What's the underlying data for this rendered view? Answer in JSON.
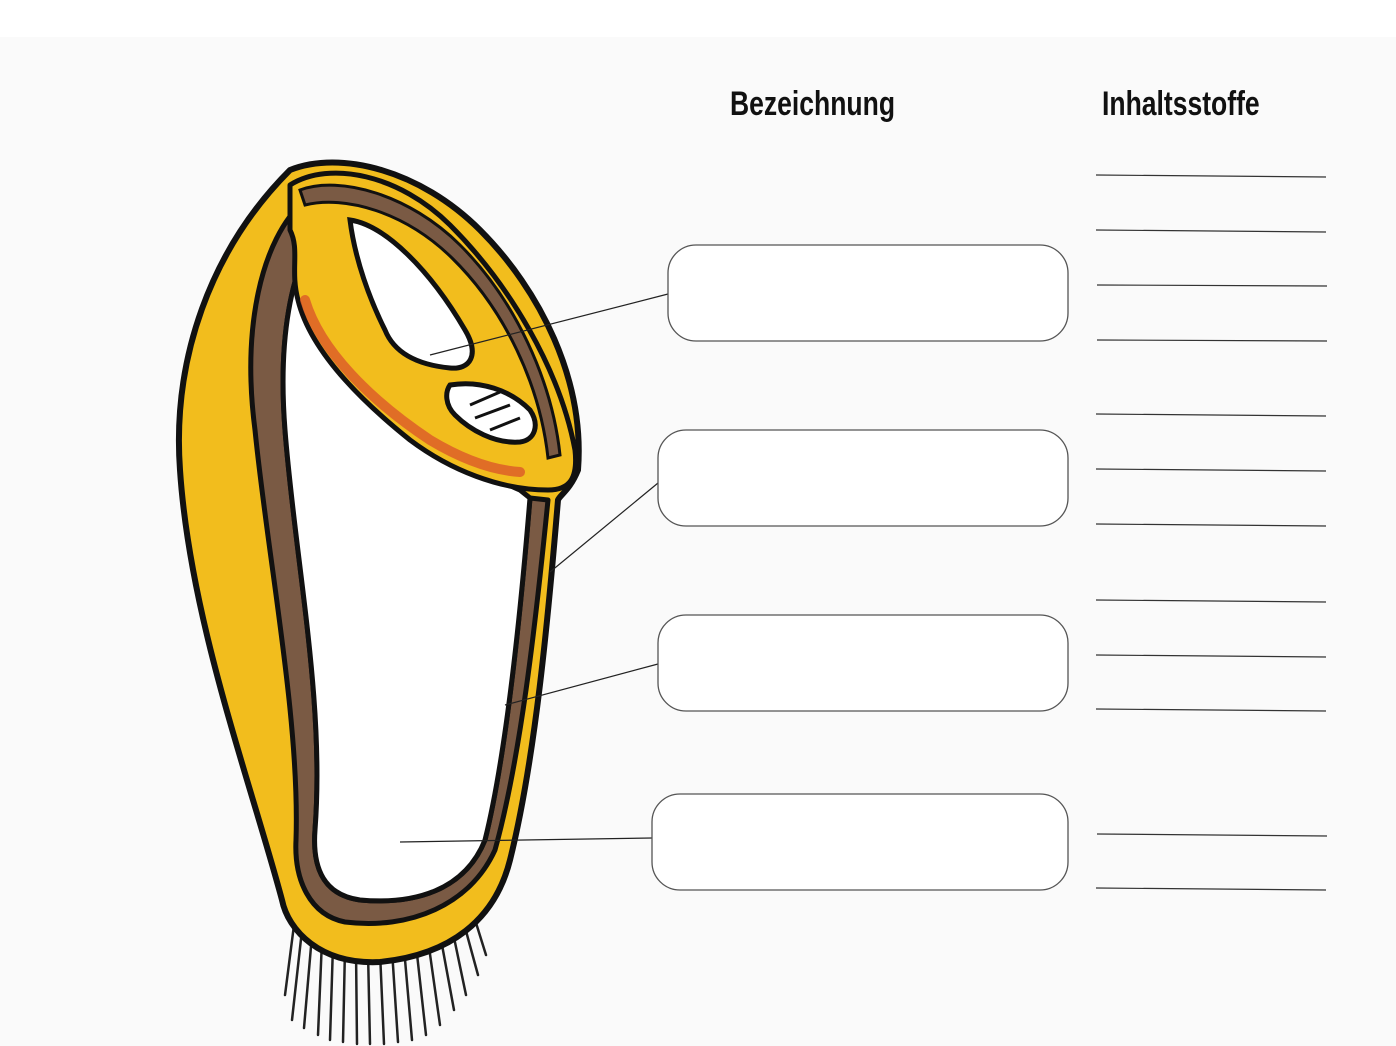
{
  "headers": {
    "bezeichnung": "Bezeichnung",
    "inhaltsstoffe": "Inhaltsstoffe"
  },
  "colors": {
    "husk": "#f2bd1d",
    "seed_coat": "#7a5a44",
    "outline": "#111111",
    "endosperm": "#ffffff",
    "embryo_accent": "#d9532a",
    "box_border": "#555555"
  },
  "label_boxes": [
    {
      "target": "embryo",
      "value": ""
    },
    {
      "target": "husk",
      "value": ""
    },
    {
      "target": "seed-coat",
      "value": ""
    },
    {
      "target": "endosperm",
      "value": ""
    }
  ],
  "answer_line_groups": [
    4,
    3,
    3,
    2
  ]
}
